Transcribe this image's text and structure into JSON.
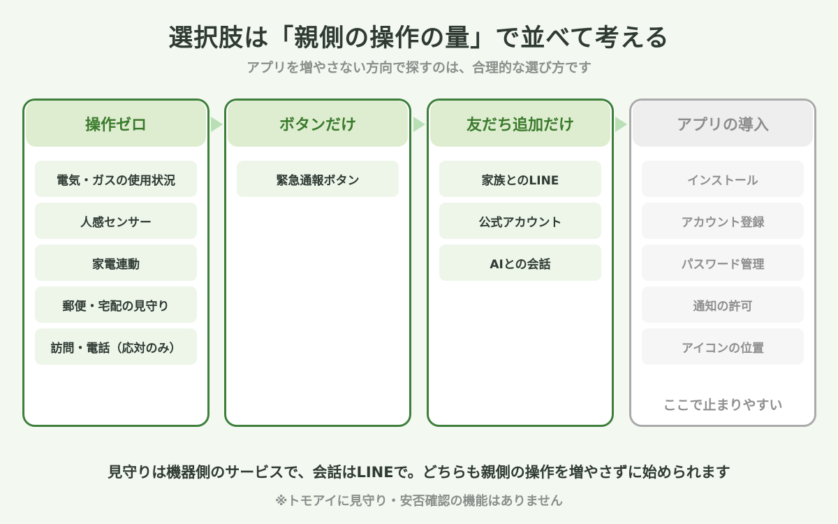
{
  "title": "選択肢は「親側の操作の量」で並べて考える",
  "subtitle": "アプリを増やさない方向で探すのは、合理的な選び方です",
  "columns": [
    {
      "heading": "操作ゼロ",
      "items": [
        "電気・ガスの使用状況",
        "人感センサー",
        "家電連動",
        "郵便・宅配の見守り",
        "訪問・電話（応対のみ）"
      ]
    },
    {
      "heading": "ボタンだけ",
      "items": [
        "緊急通報ボタン"
      ]
    },
    {
      "heading": "友だち追加だけ",
      "items": [
        "家族とのLINE",
        "公式アカウント",
        "AIとの会話"
      ]
    },
    {
      "heading": "アプリの導入",
      "items": [
        "インストール",
        "アカウント登録",
        "パスワード管理",
        "通知の許可",
        "アイコンの位置"
      ],
      "note": "ここで止まりやすい"
    }
  ],
  "footer": {
    "main": "見守りは機器側のサービスで、会話はLINEで。どちらも親側の操作を増やさずに始められます",
    "note": "※トモアイに見守り・安否確認の機能はありません"
  },
  "colors": {
    "accent_green": "#3d7f3b",
    "header_green": "#deedd0",
    "item_green": "#eef6ea",
    "arrow_green": "#b9e0b5",
    "muted_gray": "#a9aaa9",
    "background": "#f3f8f1"
  }
}
